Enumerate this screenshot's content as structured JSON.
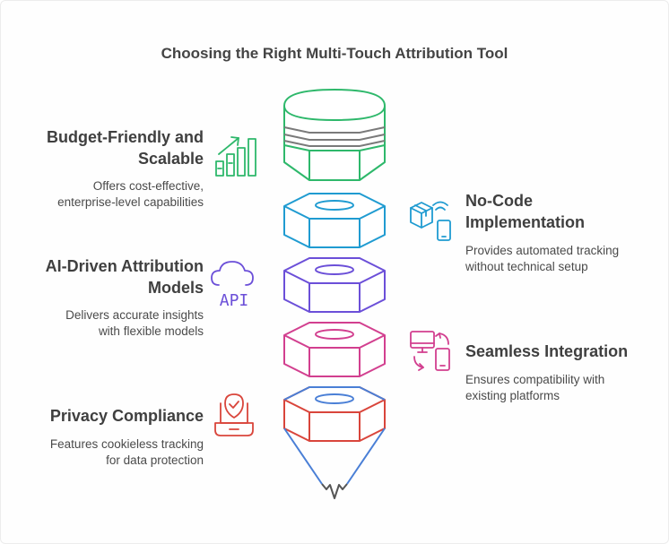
{
  "title": "Choosing the Right Multi-Touch Attribution Tool",
  "items": [
    {
      "heading": "Budget-Friendly and Scalable",
      "heading_line1": "Budget-Friendly and",
      "heading_line2": "Scalable",
      "desc_line1": "Offers cost-effective,",
      "desc_line2": "enterprise-level capabilities",
      "icon": "growth-chart-icon",
      "color": "#2eb86b"
    },
    {
      "heading": "No-Code Implementation",
      "heading_line1": "No-Code",
      "heading_line2": "Implementation",
      "desc_line1": "Provides automated tracking",
      "desc_line2": "without technical setup",
      "icon": "package-device-icon",
      "color": "#1f9bd1"
    },
    {
      "heading": "AI-Driven Attribution Models",
      "heading_line1": "AI-Driven Attribution",
      "heading_line2": "Models",
      "desc_line1": "Delivers accurate insights",
      "desc_line2": "with flexible models",
      "icon": "cloud-api-icon",
      "icon_text": "API",
      "color": "#6b4fd8"
    },
    {
      "heading": "Seamless Integration",
      "heading_line1": "Seamless Integration",
      "desc_line1": "Ensures compatibility with",
      "desc_line2": "existing platforms",
      "icon": "device-sync-icon",
      "color": "#d23f8f"
    },
    {
      "heading": "Privacy Compliance",
      "heading_line1": "Privacy Compliance",
      "desc_line1": "Features cookieless tracking",
      "desc_line2": "for data protection",
      "icon": "laptop-shield-icon",
      "color": "#d9453b"
    }
  ],
  "tip_color": "#4a7fd6"
}
